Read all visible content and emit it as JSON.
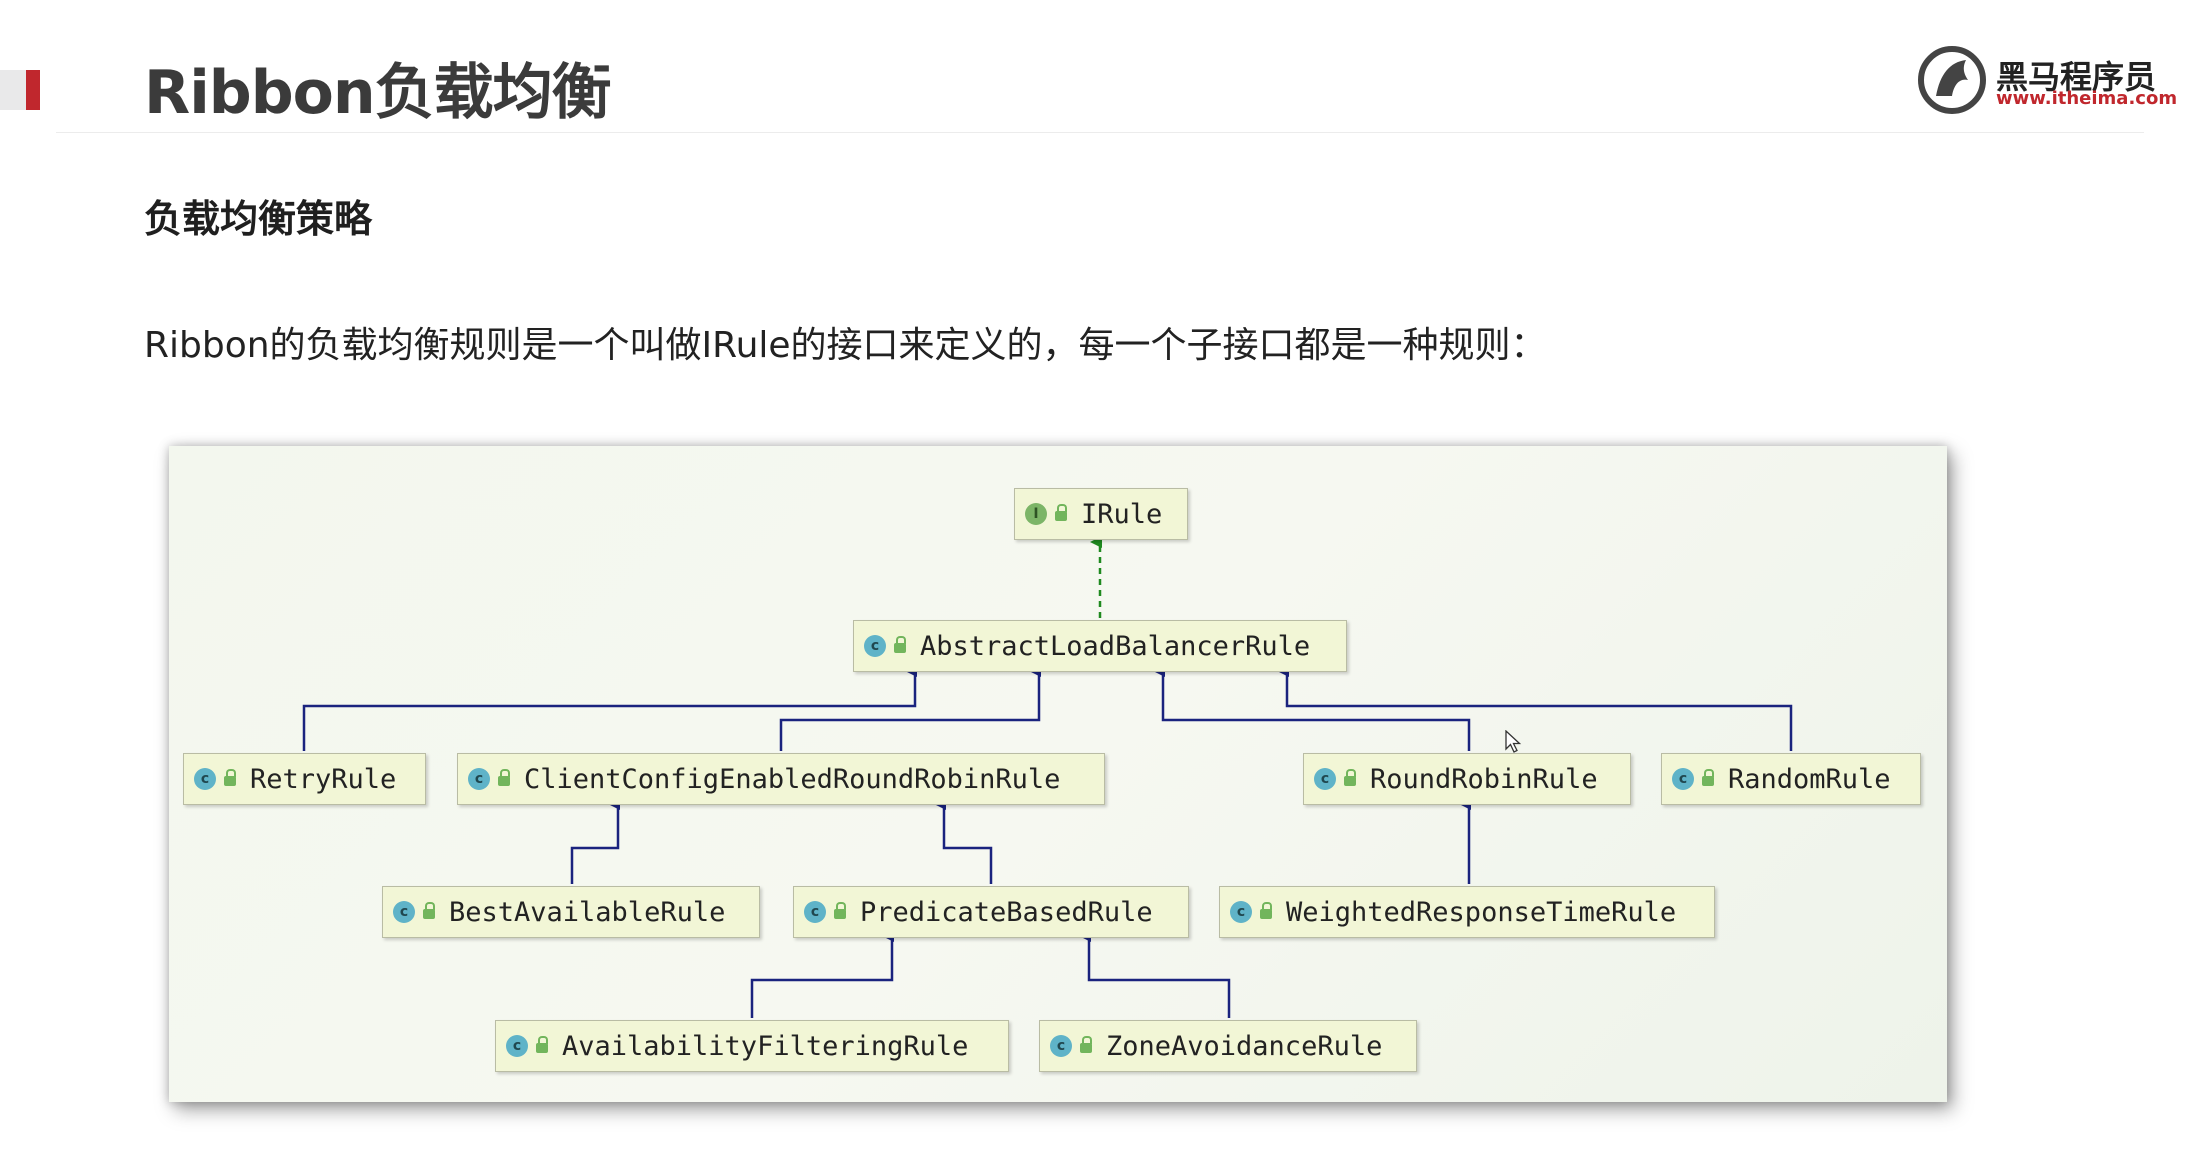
{
  "slide": {
    "title": "Ribbon负载均衡",
    "section_heading": "负载均衡策略",
    "description": "Ribbon的负载均衡规则是一个叫做IRule的接口来定义的，每一个子接口都是一种规则："
  },
  "logo": {
    "name_cn": "黑马程序员",
    "url": "www.itheima.com",
    "icon": "horse-head-icon"
  },
  "diagram": {
    "nodes": {
      "irule": {
        "label": "IRule",
        "kind": "interface"
      },
      "abstract": {
        "label": "AbstractLoadBalancerRule",
        "kind": "abstract-class"
      },
      "retry": {
        "label": "RetryRule",
        "kind": "class"
      },
      "client_config": {
        "label": "ClientConfigEnabledRoundRobinRule",
        "kind": "class"
      },
      "round_robin": {
        "label": "RoundRobinRule",
        "kind": "class"
      },
      "random": {
        "label": "RandomRule",
        "kind": "class"
      },
      "best_available": {
        "label": "BestAvailableRule",
        "kind": "class"
      },
      "predicate": {
        "label": "PredicateBasedRule",
        "kind": "abstract-class"
      },
      "weighted": {
        "label": "WeightedResponseTimeRule",
        "kind": "class"
      },
      "availability": {
        "label": "AvailabilityFilteringRule",
        "kind": "class"
      },
      "zone": {
        "label": "ZoneAvoidanceRule",
        "kind": "class"
      }
    },
    "icon_letters": {
      "class": "c",
      "interface": "I"
    },
    "colors": {
      "implements_edge": "#1f8a1f",
      "extends_edge": "#1a237e",
      "node_fill": "#f2f6d6"
    }
  }
}
